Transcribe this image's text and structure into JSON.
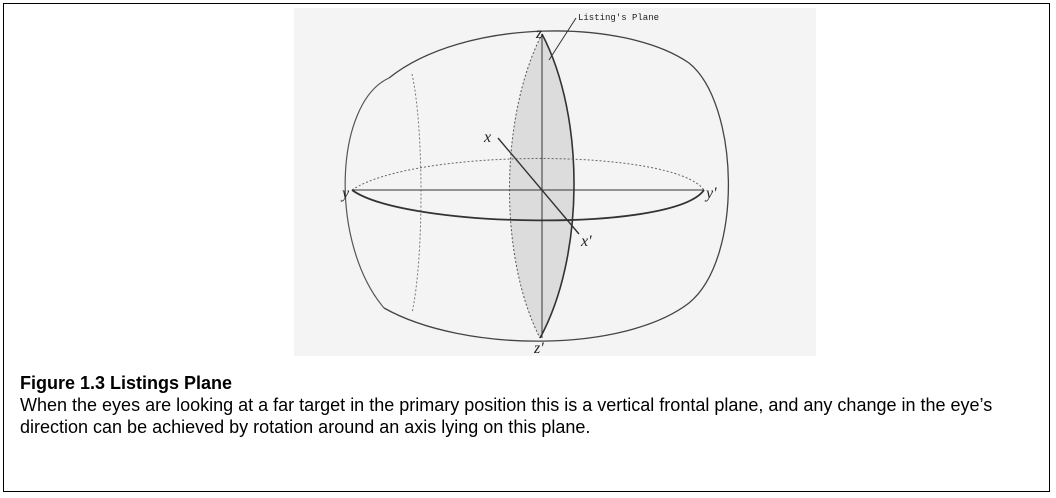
{
  "figure": {
    "plane_label": "Listing's Plane",
    "axis_labels": {
      "z": "z",
      "x": "x",
      "y": "y",
      "y_prime": "y'",
      "x_prime": "x'",
      "z_prime": "z'"
    }
  },
  "caption": {
    "title": "Figure 1.3 Listings Plane",
    "body": "When the eyes are looking at a far target in the primary position this is a vertical frontal plane, and any change in the eye’s direction can be achieved by rotation around an axis lying on this plane."
  }
}
